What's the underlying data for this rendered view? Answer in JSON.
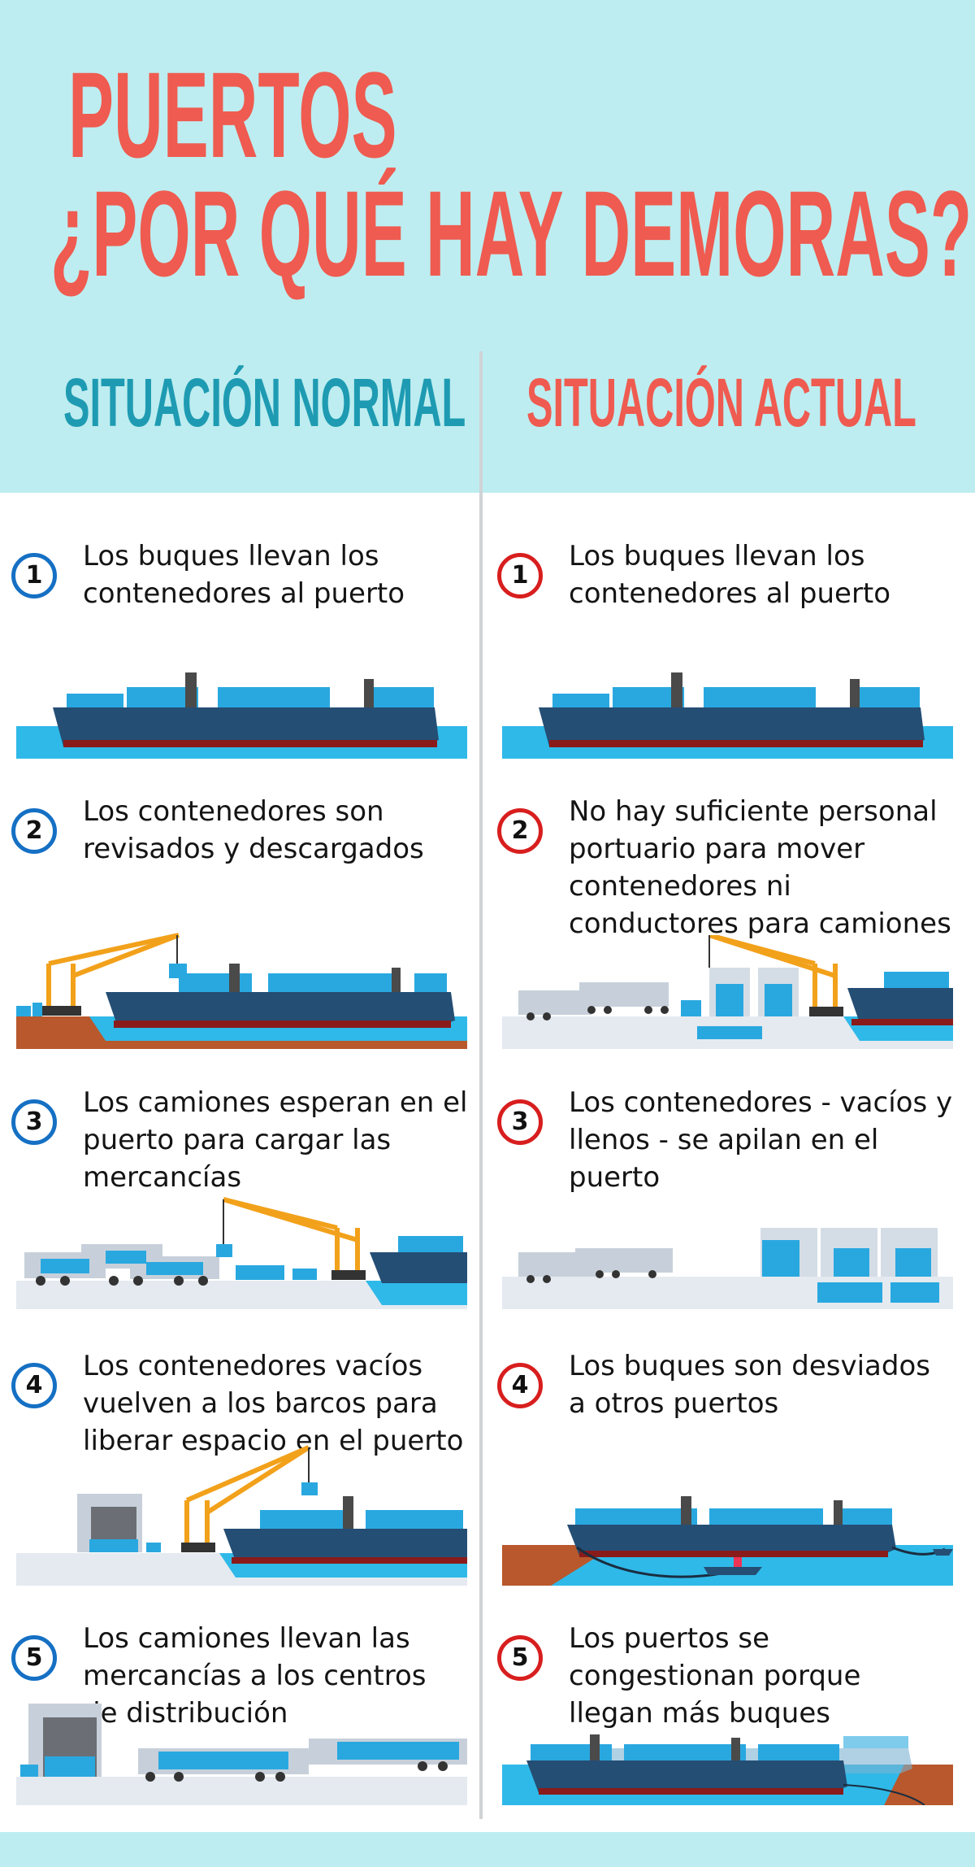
{
  "title_line1": "PUERTOS",
  "title_line2": "¿POR QUÉ HAY DEMORAS?",
  "normal_heading": "SITUACIÓN NORMAL",
  "actual_heading": "SITUACIÓN ACTUAL",
  "colors": {
    "title": "#ef5b50",
    "normal_heading": "#1e9bb2",
    "header_bg": "#bdedf0",
    "circle_normal": "#1570c4",
    "circle_actual": "#d81e1e",
    "container": "#29a8e0",
    "hull": "#254e74",
    "crane": "#f2a11b",
    "water": "#2fb9e8",
    "land": "#b8582c"
  },
  "normal_steps": [
    {
      "num": "1",
      "text": "Los buques llevan los\ncontenedores al puerto",
      "illustration": "ship-icon"
    },
    {
      "num": "2",
      "text": "Los contenedores son\nrevisados y descargados",
      "illustration": "crane-unloading-ship-icon"
    },
    {
      "num": "3",
      "text": "Los camiones esperan en el\npuerto para cargar las\nmercancías",
      "illustration": "trucks-waiting-crane-icon"
    },
    {
      "num": "4",
      "text": "Los contenedores vacíos\nvuelven a los barcos para\nliberar espacio en el puerto",
      "illustration": "empty-containers-to-ship-icon"
    },
    {
      "num": "5",
      "text": "Los camiones llevan las\nmercancías a los centros\n      de distribución",
      "illustration": "trucks-to-warehouse-icon"
    }
  ],
  "actual_steps": [
    {
      "num": "1",
      "text": "Los buques llevan los\ncontenedores al puerto",
      "illustration": "ship-icon"
    },
    {
      "num": "2",
      "text": "No hay suficiente personal\nportuario para mover\ncontenedores ni\nconductores para camiones",
      "illustration": "idle-crane-idle-trucks-icon"
    },
    {
      "num": "3",
      "text": "Los contenedores - vacíos y\nllenos - se apilan en el\npuerto",
      "illustration": "stacked-containers-icon"
    },
    {
      "num": "4",
      "text": "Los buques son desviados\na otros puertos",
      "illustration": "ship-diverted-icon"
    },
    {
      "num": "5",
      "text": "Los puertos se\ncongestionan porque\nllegan más buques",
      "illustration": "congested-port-icon"
    }
  ]
}
